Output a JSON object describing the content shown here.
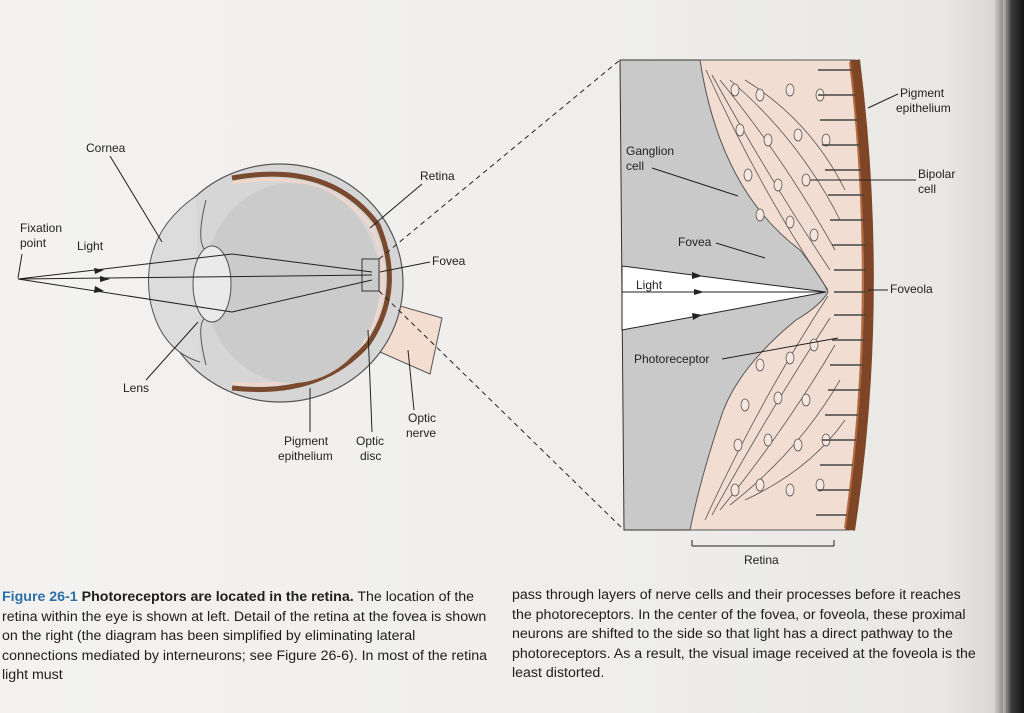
{
  "figure": {
    "eye_labels": {
      "cornea": "Cornea",
      "fixation": [
        "Fixation",
        "point"
      ],
      "light": "Light",
      "retina": "Retina",
      "fovea": "Fovea",
      "lens": "Lens",
      "pigment": [
        "Pigment",
        "epithelium"
      ],
      "optic_disc": [
        "Optic",
        "disc"
      ],
      "optic_nerve": [
        "Optic",
        "nerve"
      ]
    },
    "detail_labels": {
      "ganglion": [
        "Ganglion",
        "cell"
      ],
      "fovea": "Fovea",
      "light": "Light",
      "photoreceptor": "Photoreceptor",
      "pigment": [
        "Pigment",
        "epithelium"
      ],
      "bipolar": [
        "Bipolar",
        "cell"
      ],
      "foveola": "Foveola",
      "retina": "Retina"
    }
  },
  "caption": {
    "figure_number": "Figure 26-1",
    "figure_title": "Photoreceptors are located in the retina.",
    "left_text": "The location of the retina within the eye is shown at left. Detail of the retina at the fovea is shown on the right (the diagram has been simplified by eliminating lateral connections mediated by interneurons; see Figure 26-6). In most of the retina light must",
    "right_text": "pass through layers of nerve cells and their processes before it reaches the photoreceptors. In the center of the fovea, or foveola, these proximal neurons are shifted to the side so that light has a direct pathway to the photoreceptors. As a result, the visual image received at the foveola is the least distorted."
  },
  "colors": {
    "eye_fill": "#cfcfcf",
    "retina_pink": "#f2d9cc",
    "pigment_brown": "#8a4a28",
    "figure_number_blue": "#2d6fa8"
  }
}
